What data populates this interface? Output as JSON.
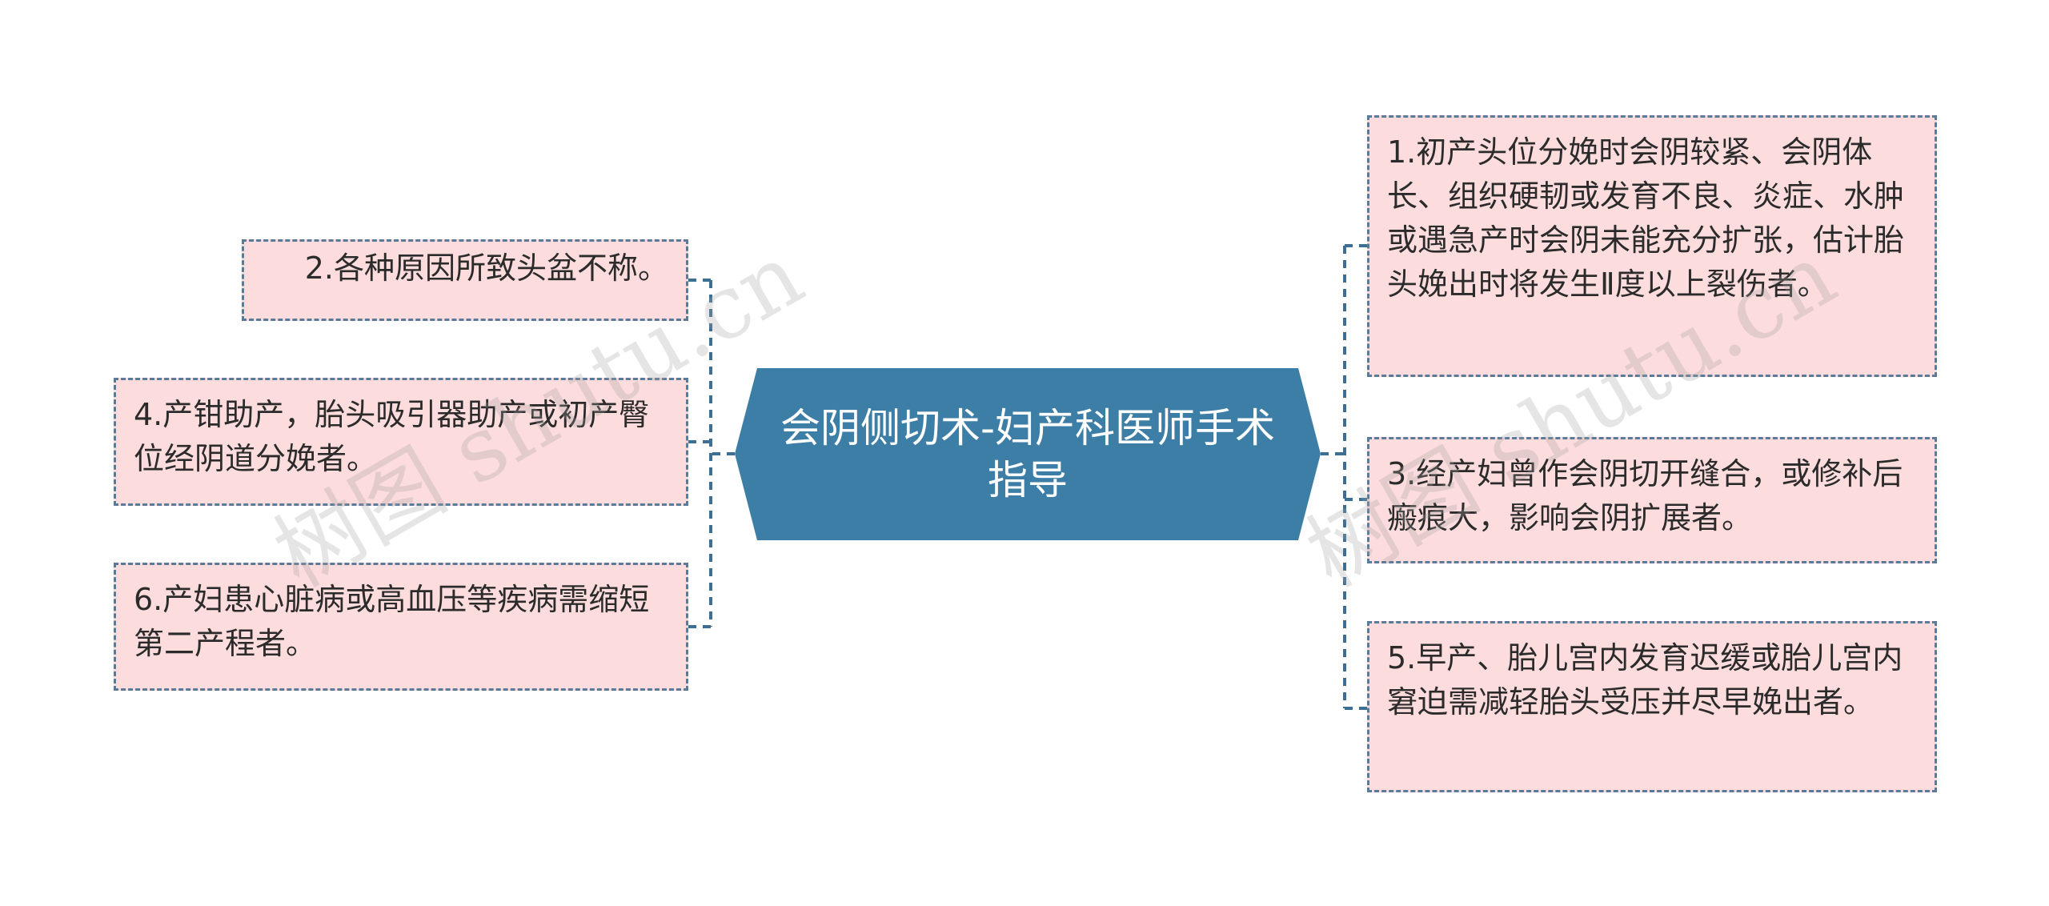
{
  "mindmap": {
    "root": {
      "label": "会阴侧切术-妇产科医师手术指导"
    },
    "left_nodes": [
      {
        "label": "2.各种原因所致头盆不称。"
      },
      {
        "label": "4.产钳助产，胎头吸引器助产或初产臀位经阴道分娩者。"
      },
      {
        "label": "6.产妇患心脏病或高血压等疾病需缩短第二产程者。"
      }
    ],
    "right_nodes": [
      {
        "label": "1.初产头位分娩时会阴较紧、会阴体长、组织硬韧或发育不良、炎症、水肿或遇急产时会阴未能充分扩张，估计胎头娩出时将发生Ⅱ度以上裂伤者。"
      },
      {
        "label": "3.经产妇曾作会阴切开缝合，或修补后瘢痕大，影响会阴扩展者。"
      },
      {
        "label": "5.早产、胎儿宫内发育迟缓或胎儿宫内窘迫需减轻胎头受压并尽早娩出者。"
      }
    ]
  },
  "watermarks": [
    "树图 shutu.cn",
    "树图 shutu.cn"
  ],
  "colors": {
    "root_fill": "#3d7ea6",
    "node_fill": "#fcdcdc",
    "node_border": "#5a7a9a",
    "connector": "#3d6f94"
  }
}
